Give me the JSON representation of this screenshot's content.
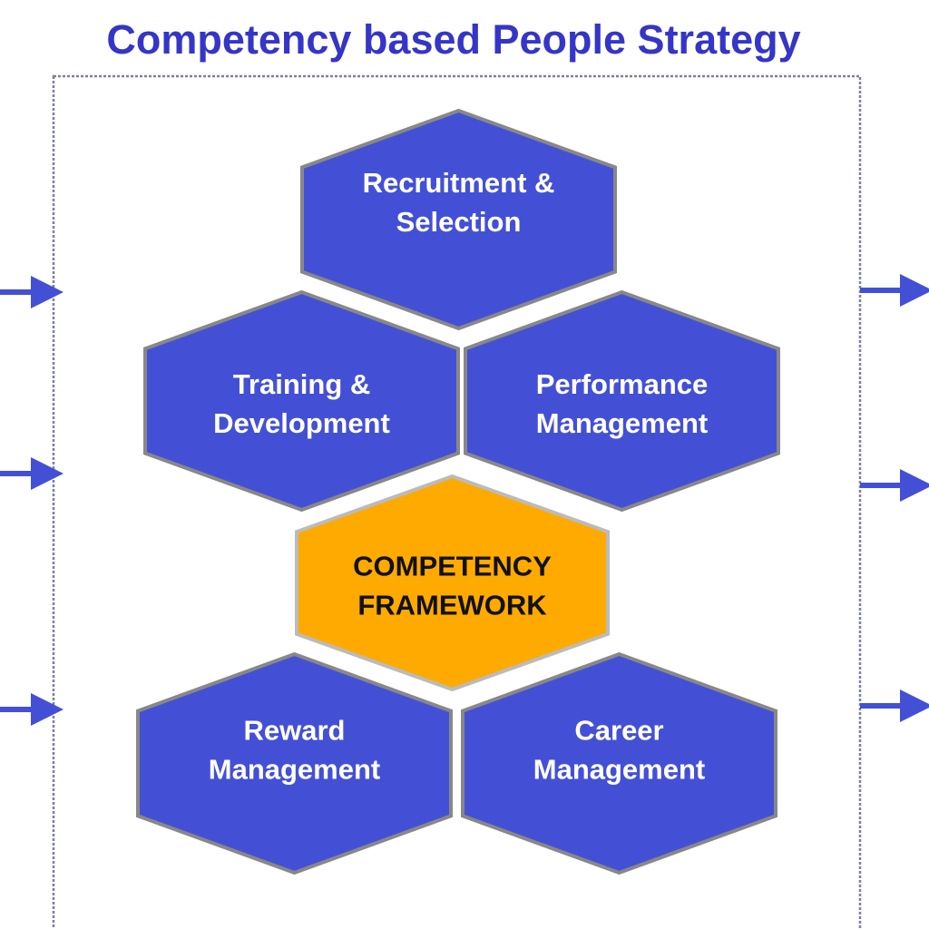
{
  "title": "Competency based People Strategy",
  "colors": {
    "blue": "#4350d6",
    "orange": "#ffaa00",
    "title": "#3535c8",
    "outline": "#888888"
  },
  "hexagons": [
    {
      "id": "recruitment",
      "lines": [
        "Recruitment &",
        "Selection"
      ]
    },
    {
      "id": "training",
      "lines": [
        "Training &",
        "Development"
      ]
    },
    {
      "id": "performance",
      "lines": [
        "Performance",
        "Management"
      ]
    },
    {
      "id": "competency",
      "lines": [
        "COMPETENCY",
        "FRAMEWORK"
      ]
    },
    {
      "id": "reward",
      "lines": [
        "Reward",
        "Management"
      ]
    },
    {
      "id": "career",
      "lines": [
        "Career",
        "Management"
      ]
    }
  ]
}
